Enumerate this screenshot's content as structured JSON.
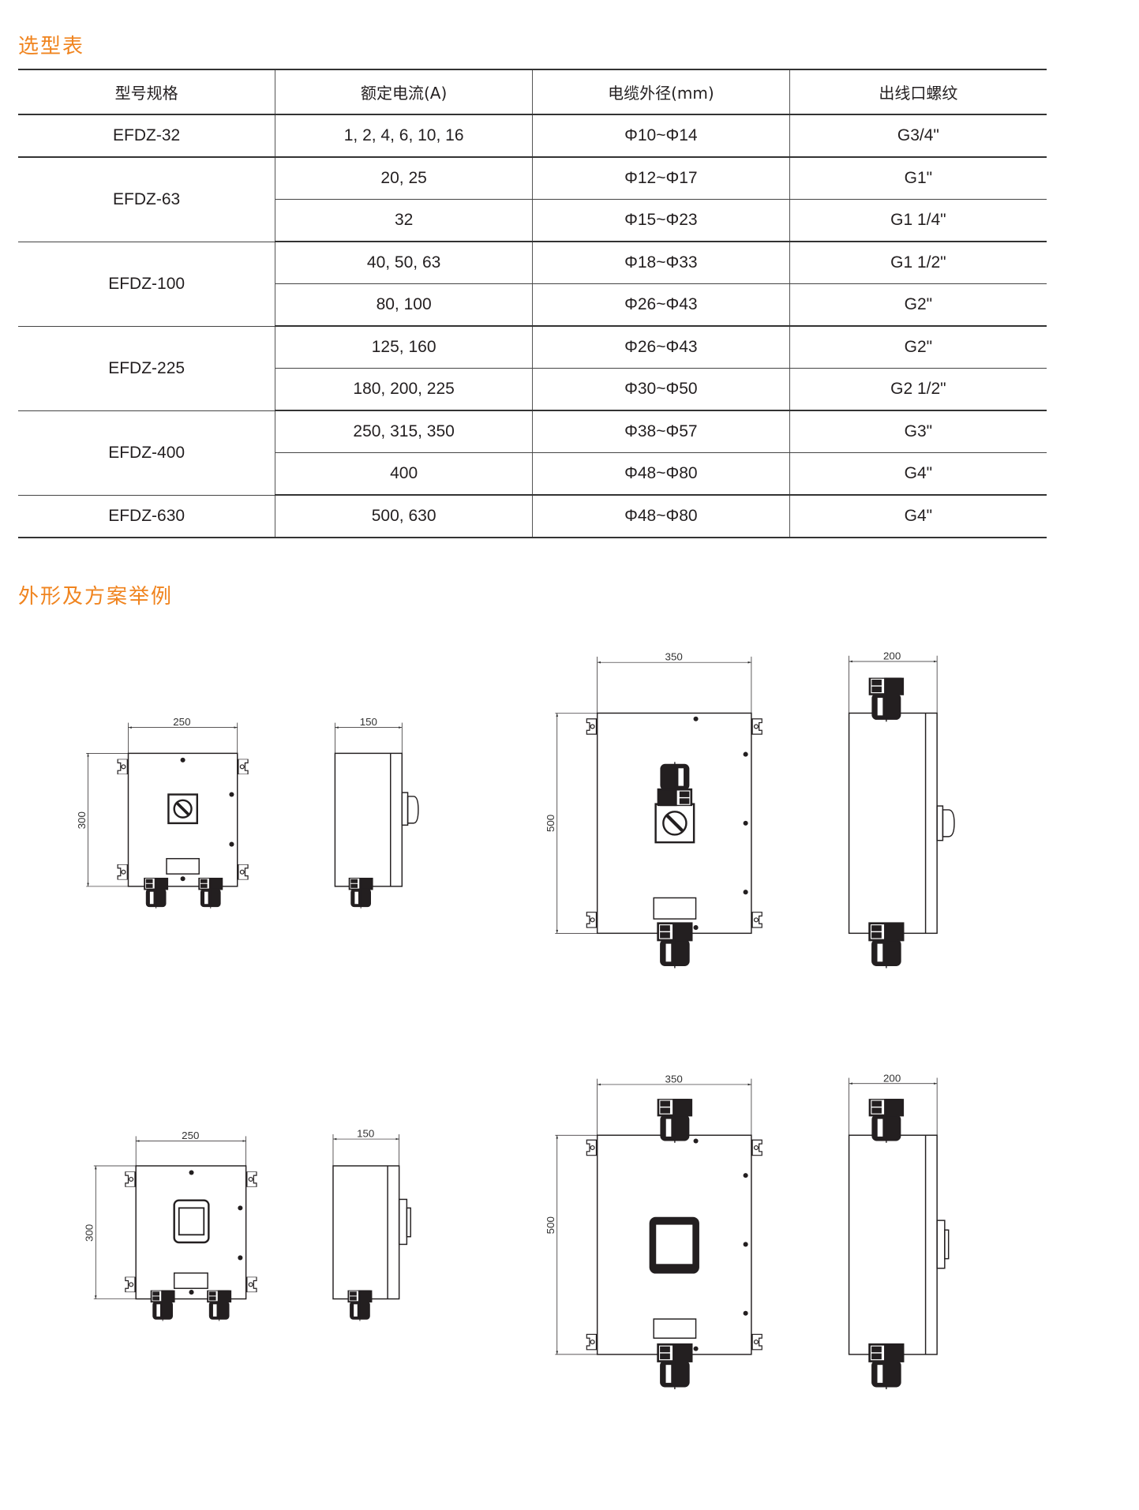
{
  "sections": {
    "selection_title": "选型表",
    "examples_title": "外形及方案举例"
  },
  "table": {
    "headers": [
      "型号规格",
      "额定电流(A)",
      "电缆外径(mm)",
      "出线口螺纹"
    ],
    "groups": [
      {
        "model": "EFDZ-32",
        "rows": [
          {
            "current": "1, 2, 4, 6, 10, 16",
            "cable": "Φ10~Φ14",
            "thread": "G3/4\""
          }
        ]
      },
      {
        "model": "EFDZ-63",
        "rows": [
          {
            "current": "20, 25",
            "cable": "Φ12~Φ17",
            "thread": "G1\""
          },
          {
            "current": "32",
            "cable": "Φ15~Φ23",
            "thread": "G1 1/4\""
          }
        ]
      },
      {
        "model": "EFDZ-100",
        "rows": [
          {
            "current": "40, 50, 63",
            "cable": "Φ18~Φ33",
            "thread": "G1 1/2\""
          },
          {
            "current": "80, 100",
            "cable": "Φ26~Φ43",
            "thread": "G2\""
          }
        ]
      },
      {
        "model": "EFDZ-225",
        "rows": [
          {
            "current": "125, 160",
            "cable": "Φ26~Φ43",
            "thread": "G2\""
          },
          {
            "current": "180, 200, 225",
            "cable": "Φ30~Φ50",
            "thread": "G2 1/2\""
          }
        ]
      },
      {
        "model": "EFDZ-400",
        "rows": [
          {
            "current": "250, 315, 350",
            "cable": "Φ38~Φ57",
            "thread": "G3\""
          },
          {
            "current": "400",
            "cable": "Φ48~Φ80",
            "thread": "G4\""
          }
        ]
      },
      {
        "model": "EFDZ-630",
        "rows": [
          {
            "current": "500, 630",
            "cable": "Φ48~Φ80",
            "thread": "G4\""
          }
        ]
      }
    ]
  },
  "drawings": {
    "small_switch": {
      "front_width": "250",
      "front_height": "300",
      "side_depth": "150"
    },
    "large_switch": {
      "front_width": "350",
      "front_height": "500",
      "side_depth": "200"
    },
    "small_breaker": {
      "front_width": "250",
      "front_height": "300",
      "side_depth": "150"
    },
    "large_breaker": {
      "front_width": "350",
      "front_height": "500",
      "side_depth": "200"
    }
  },
  "colors": {
    "accent": "#f0841f",
    "line": "#231f20"
  }
}
